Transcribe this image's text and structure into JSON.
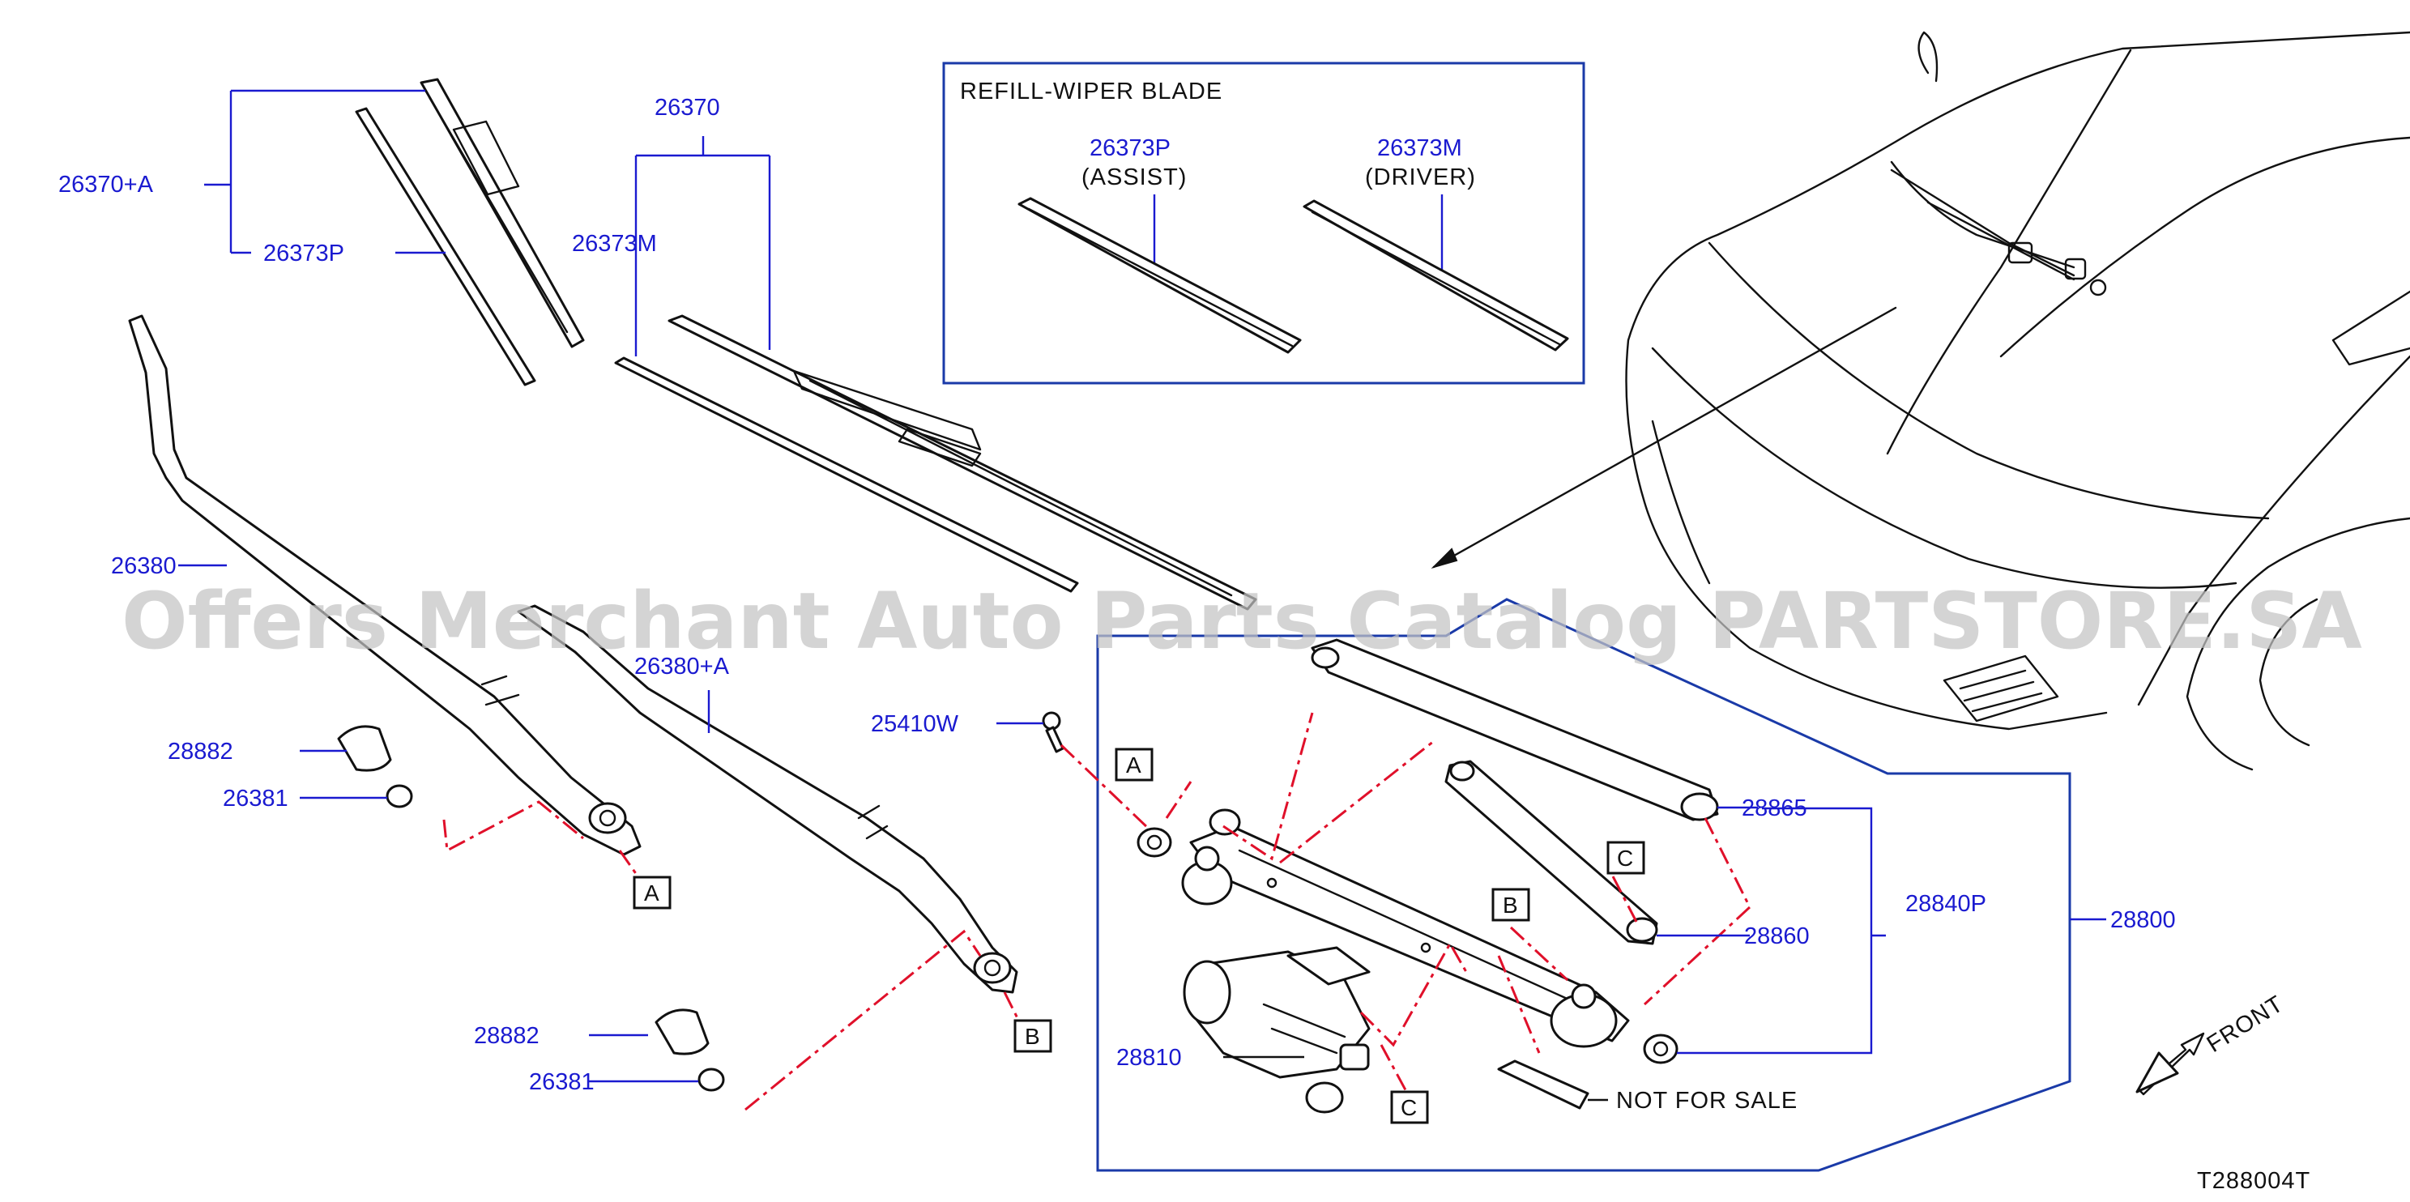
{
  "labels": {
    "p26370A": "26370+A",
    "p26373P_top": "26373P",
    "p26370": "26370",
    "p26373M": "26373M",
    "p26380": "26380",
    "p26380A": "26380+A",
    "p28882_a": "28882",
    "p26381_a": "26381",
    "p28882_b": "28882",
    "p26381_b": "26381",
    "p25410W": "25410W",
    "p28865": "28865",
    "p28860": "28860",
    "p28840P": "28840P",
    "p28800": "28800",
    "p28810": "28810",
    "not_for_sale": "NOT  FOR  SALE",
    "front": "FRONT",
    "diagram_code": "T288004T"
  },
  "refill_box": {
    "title": "REFILL-WIPER  BLADE",
    "assist_part": "26373P",
    "assist_label": "(ASSIST)",
    "driver_part": "26373M",
    "driver_label": "(DRIVER)"
  },
  "tags": {
    "a_left": "A",
    "b_left": "B",
    "a_right": "A",
    "b_right": "B",
    "c_upper": "C",
    "c_lower": "C"
  },
  "watermark": "Offers Merchant Auto Parts Catalog PARTSTORE.SA",
  "colors": {
    "label": "#1a1ad0",
    "reference_line": "#e0102a",
    "frame": "#1a3aa8"
  }
}
